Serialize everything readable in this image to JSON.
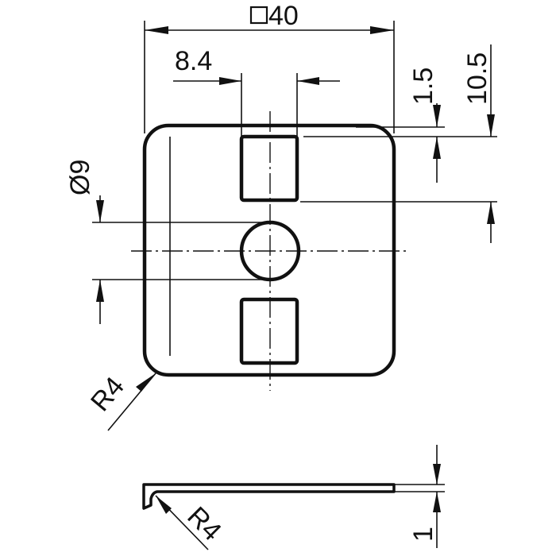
{
  "dimensions": {
    "width_square_prefix": "□",
    "width_value": "40",
    "slot_width": "8.4",
    "slot_offset": "1.5",
    "slot_height": "10.5",
    "hole_diameter": "Ø9",
    "corner_radius": "R4",
    "bend_radius": "R4",
    "thickness": "1"
  }
}
